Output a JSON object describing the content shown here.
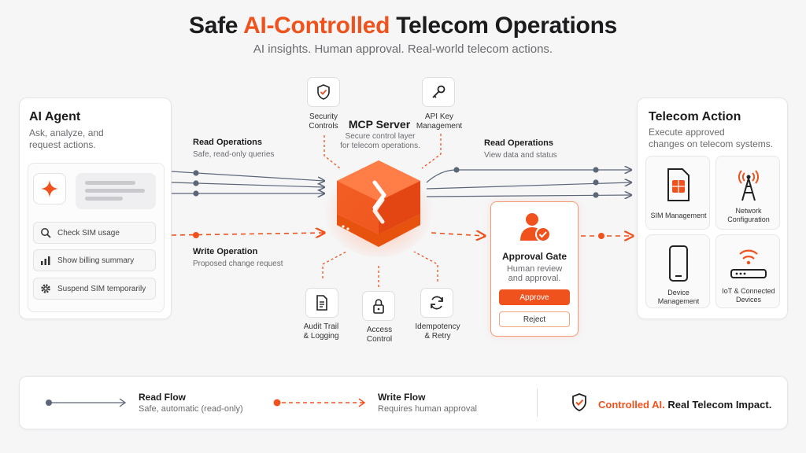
{
  "header": {
    "title_pre": "Safe ",
    "title_accent": "AI-Controlled",
    "title_post": " Telecom Operations",
    "subtitle": "AI insights. Human approval. Real-world telecom actions."
  },
  "agent": {
    "title": "AI Agent",
    "desc_line1": "Ask, analyze, and",
    "desc_line2": "request actions.",
    "actions": [
      {
        "label": "Check SIM usage",
        "icon": "search-icon"
      },
      {
        "label": "Show billing summary",
        "icon": "bar-chart-icon"
      },
      {
        "label": "Suspend SIM temporarily",
        "icon": "gear-icon"
      }
    ]
  },
  "flows": {
    "read_left_title": "Read Operations",
    "read_left_sub": "Safe, read-only queries",
    "write_title": "Write Operation",
    "write_sub": "Proposed change request",
    "read_right_title": "Read Operations",
    "read_right_sub": "View data and status"
  },
  "mcp": {
    "title": "MCP Server",
    "desc_line1": "Secure control layer",
    "desc_line2": "for telecom operations."
  },
  "controls": {
    "security_line1": "Security",
    "security_line2": "Controls",
    "apikey_line1": "API Key",
    "apikey_line2": "Management",
    "audit_line1": "Audit Trail",
    "audit_line2": "& Logging",
    "access_line1": "Access",
    "access_line2": "Control",
    "idem_line1": "Idempotency",
    "idem_line2": "& Retry"
  },
  "approval": {
    "title": "Approval Gate",
    "desc_line1": "Human review",
    "desc_line2": "and approval.",
    "approve_label": "Approve",
    "reject_label": "Reject"
  },
  "telecom": {
    "title": "Telecom Action",
    "desc_line1": "Execute approved",
    "desc_line2": "changes on telecom systems.",
    "tiles": [
      {
        "line1": "SIM Management",
        "line2": ""
      },
      {
        "line1": "Network",
        "line2": "Configuration"
      },
      {
        "line1": "Device Management",
        "line2": ""
      },
      {
        "line1": "IoT & Connected",
        "line2": "Devices"
      }
    ]
  },
  "legend": {
    "read_title": "Read Flow",
    "read_sub": "Safe, automatic (read-only)",
    "write_title": "Write Flow",
    "write_sub": "Requires human approval",
    "tag_accent": "Controlled AI.",
    "tag_rest": " Real Telecom Impact."
  },
  "colors": {
    "accent": "#f0521e",
    "read_line": "#5b6678",
    "text": "#1c1c1e",
    "muted": "#6b6b70"
  }
}
